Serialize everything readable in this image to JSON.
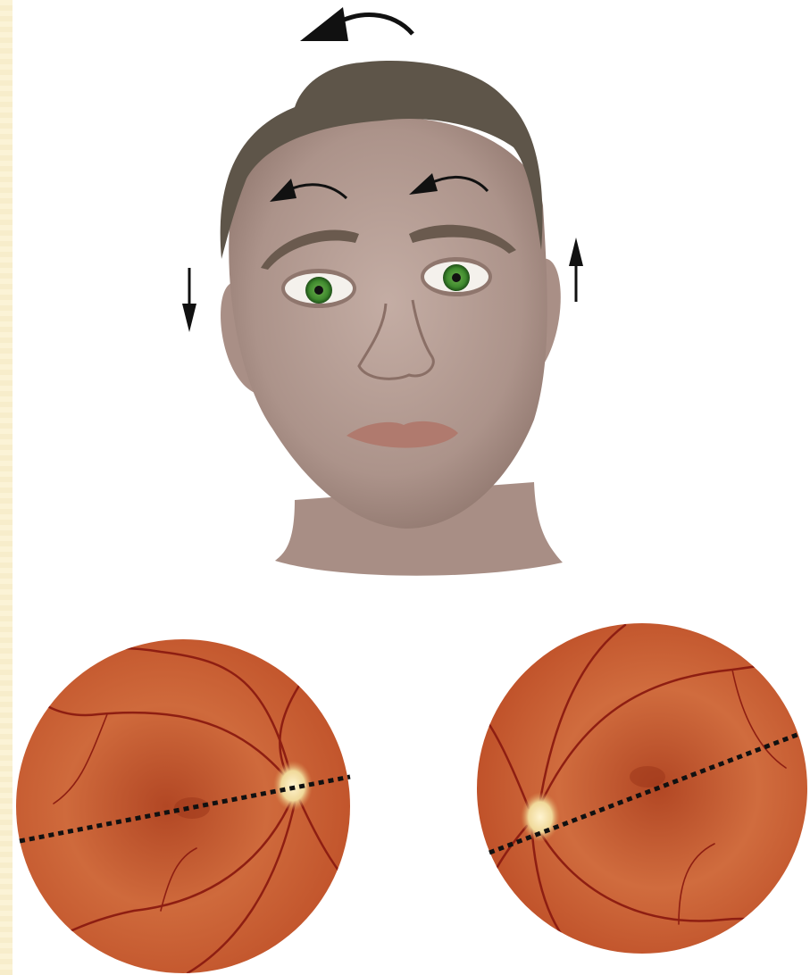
{
  "figure": {
    "head": {
      "eye_color": "#3f8a2e",
      "skin_color": "#b39a91",
      "hair_color": "#5e5549"
    },
    "arrows": {
      "top_rotation": "counterclockwise",
      "left_brow": "counterclockwise",
      "right_brow": "counterclockwise",
      "left_side": "down",
      "right_side": "up"
    },
    "fundus_images": [
      {
        "name": "right-eye-fundus",
        "optic_disc": "right",
        "line": "dotted"
      },
      {
        "name": "left-eye-fundus",
        "optic_disc": "left",
        "line": "dotted"
      }
    ],
    "colors": {
      "fundus": "#c5582c",
      "vessel": "#8e1e12",
      "disc": "#f6e3a8",
      "arrow": "#111111"
    }
  }
}
